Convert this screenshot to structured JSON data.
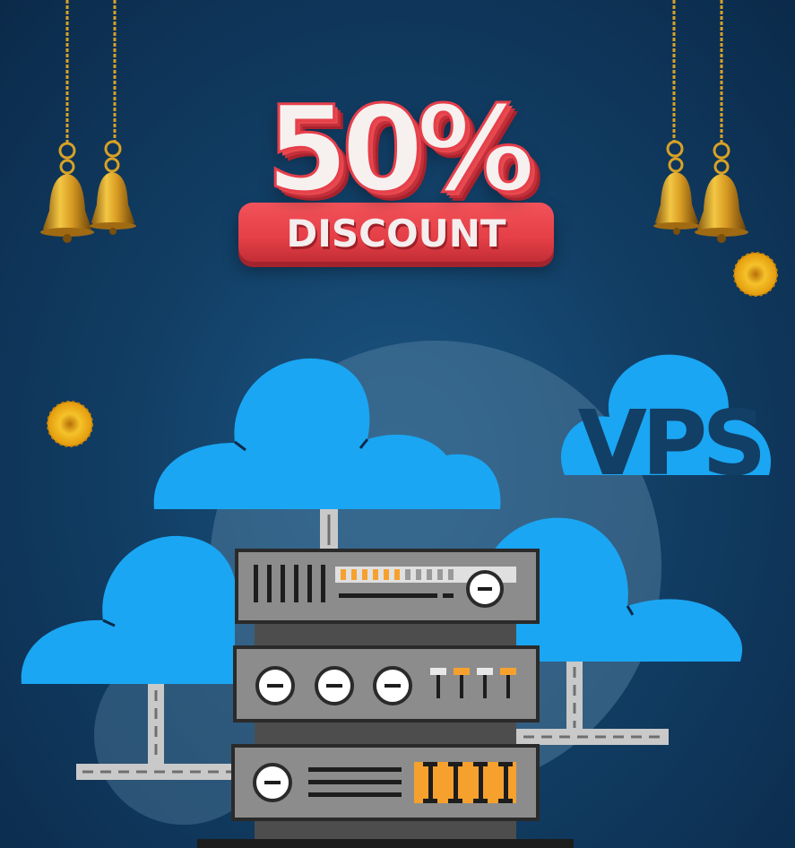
{
  "headline": {
    "percent": "50%",
    "banner": "DISCOUNT"
  },
  "logo": {
    "text": "VPS"
  },
  "colors": {
    "background": "#123f66",
    "cloud": "#1aa6f2",
    "accent_red": "#e53f47",
    "server_panel": "#808080",
    "server_orange": "#f6a12e",
    "bell_gold": "#d8a126",
    "marigold": "#f3b51c"
  }
}
